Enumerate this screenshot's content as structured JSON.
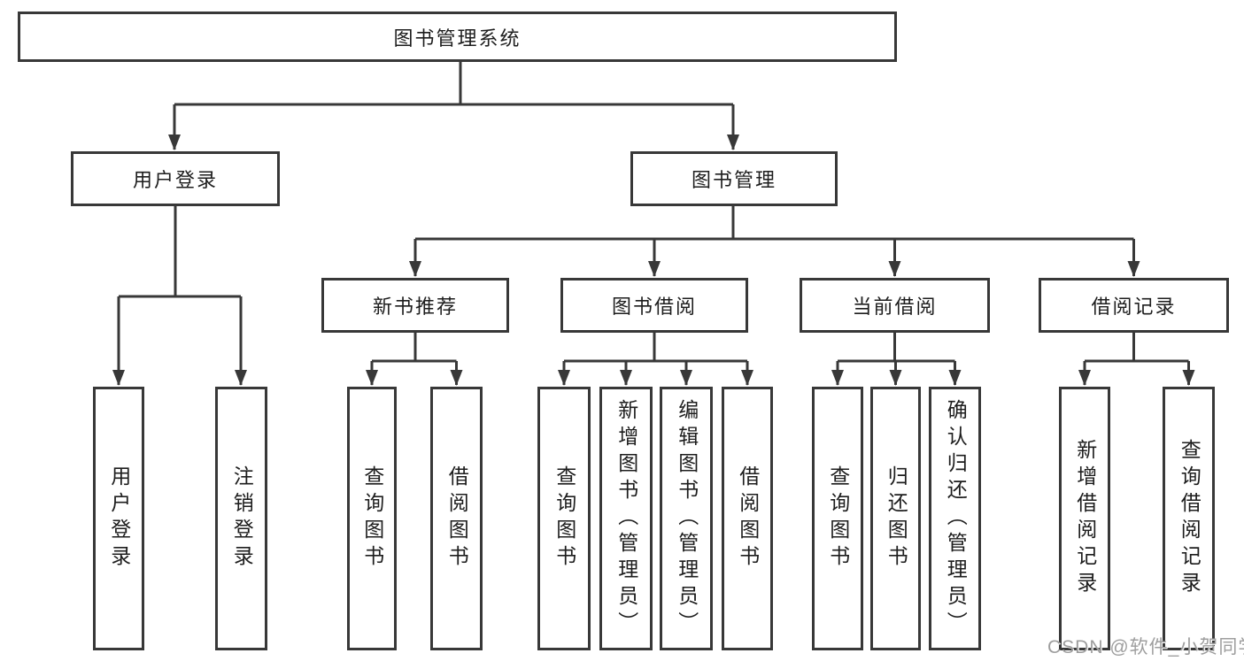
{
  "diagram": {
    "type": "hierarchy-tree",
    "colors": {
      "background": "#ffffff",
      "box_border": "#383838",
      "connector": "#383838",
      "text": "#1d1d1d",
      "watermark": "#9e9e9e"
    },
    "tree": {
      "label": "图书管理系统",
      "children": [
        {
          "label": "用户登录",
          "children": [
            {
              "label": "用户登录"
            },
            {
              "label": "注销登录"
            }
          ]
        },
        {
          "label": "图书管理",
          "children": [
            {
              "label": "新书推荐",
              "children": [
                {
                  "label": "查询图书"
                },
                {
                  "label": "借阅图书"
                }
              ]
            },
            {
              "label": "图书借阅",
              "children": [
                {
                  "label": "查询图书"
                },
                {
                  "label": "新增图书（管理员）"
                },
                {
                  "label": "编辑图书（管理员）"
                },
                {
                  "label": "借阅图书"
                }
              ]
            },
            {
              "label": "当前借阅",
              "children": [
                {
                  "label": "查询图书"
                },
                {
                  "label": "归还图书"
                },
                {
                  "label": "确认归还（管理员）"
                }
              ]
            },
            {
              "label": "借阅记录",
              "children": [
                {
                  "label": "新增借阅记录"
                },
                {
                  "label": "查询借阅记录"
                }
              ]
            }
          ]
        }
      ]
    }
  },
  "watermark": {
    "text": "CSDN @软件_小贺同学"
  }
}
